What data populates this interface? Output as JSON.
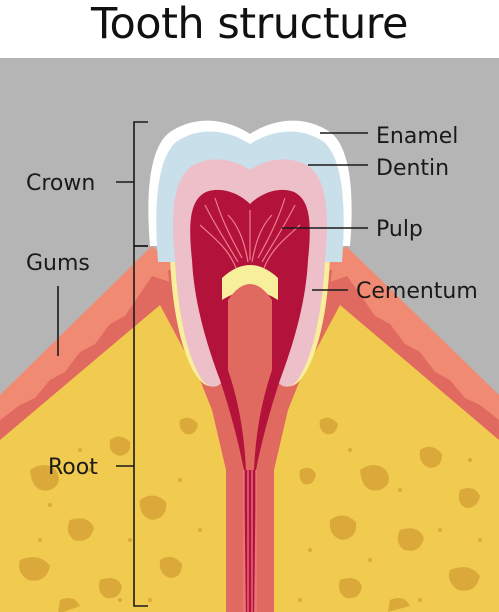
{
  "title": "Tooth structure",
  "labels": {
    "enamel": "Enamel",
    "dentin": "Dentin",
    "pulp": "Pulp",
    "cementum": "Cementum",
    "crown": "Crown",
    "gums": "Gums",
    "root": "Root"
  },
  "colors": {
    "background": "#b5b5b5",
    "bone": "#f1cb4f",
    "bone_spots": "#dba93a",
    "gum_outer": "#f08a72",
    "gum_inner": "#e06a60",
    "enamel": "#ffffff",
    "dentin_crown": "#c9e0ea",
    "dentin": "#edbfc8",
    "cementum": "#f7ef9c",
    "pulp": "#b3123a",
    "nerves": "#f07c8a"
  }
}
